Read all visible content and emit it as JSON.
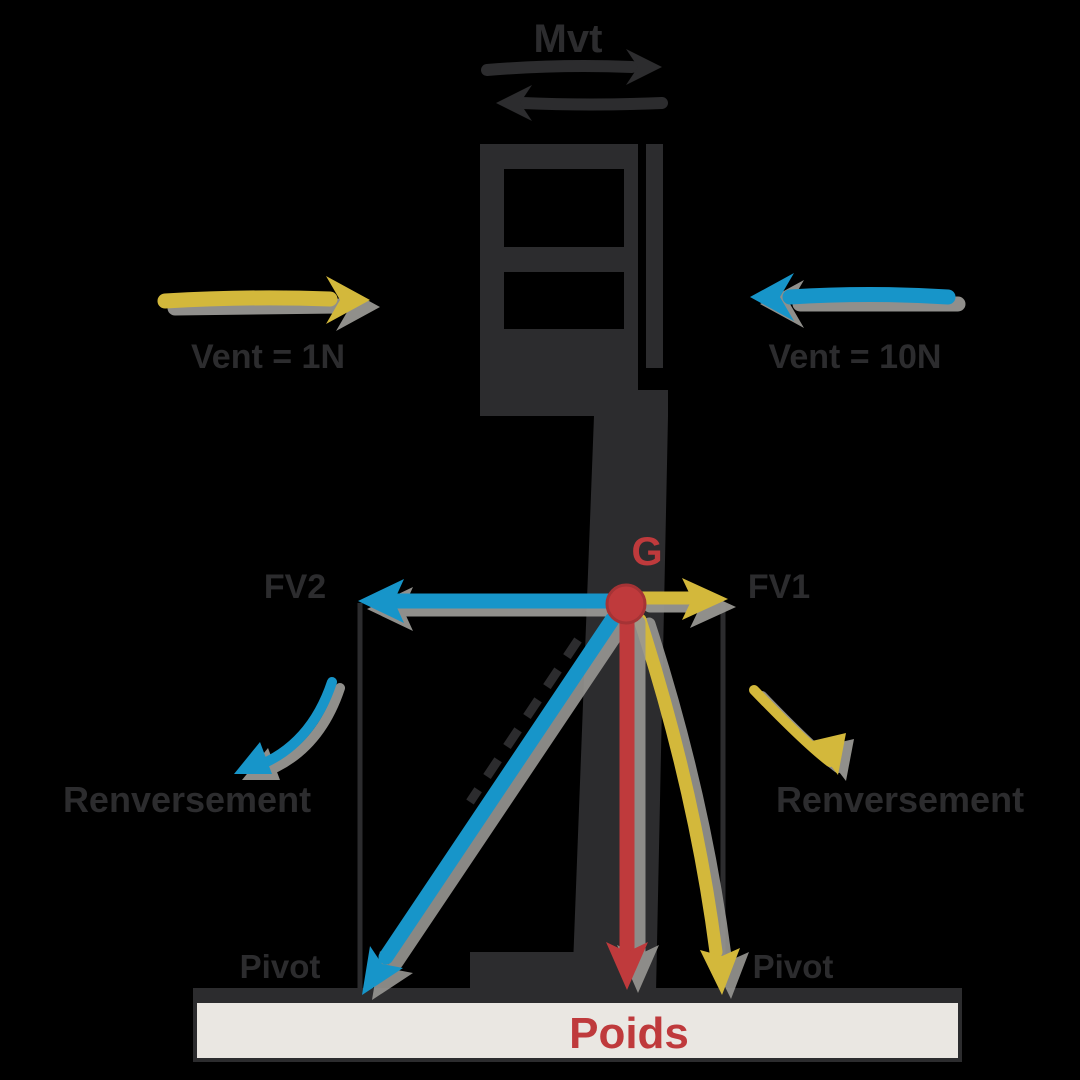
{
  "diagram": {
    "title_motion": "Mvt",
    "wind_left_label": "Vent = 1N",
    "wind_right_label": "Vent = 10N",
    "gravity_point_label": "G",
    "force_left_label": "FV2",
    "force_right_label": "FV1",
    "tipping_left_label": "Renversement",
    "tipping_right_label": "Renversement",
    "pivot_left_label": "Pivot",
    "pivot_right_label": "Pivot",
    "weight_label": "Poids",
    "colors": {
      "dark": "#2c2c2e",
      "yellow": "#d3b83b",
      "blue": "#1795c9",
      "red": "#bf3a3c",
      "shadow_gray": "#989793",
      "ground_fill": "#eae7e2",
      "background": "#000000"
    },
    "arrows": [
      {
        "name": "motion-arrow-right",
        "color": "dark",
        "direction": "right"
      },
      {
        "name": "motion-arrow-left",
        "color": "dark",
        "direction": "left"
      },
      {
        "name": "wind-arrow-left",
        "color": "yellow",
        "direction": "right"
      },
      {
        "name": "wind-arrow-right",
        "color": "blue",
        "direction": "left"
      },
      {
        "name": "force-arrow-left",
        "color": "blue",
        "direction": "left"
      },
      {
        "name": "force-arrow-right",
        "color": "yellow",
        "direction": "right"
      },
      {
        "name": "weight-arrow",
        "color": "red",
        "direction": "down"
      },
      {
        "name": "resultant-arrow-left",
        "color": "blue",
        "direction": "down-left"
      },
      {
        "name": "resultant-arrow-right",
        "color": "yellow",
        "direction": "down-right"
      },
      {
        "name": "tipping-arc-left",
        "color": "blue",
        "direction": "down-left"
      },
      {
        "name": "tipping-arc-right",
        "color": "yellow",
        "direction": "down-right"
      }
    ]
  }
}
